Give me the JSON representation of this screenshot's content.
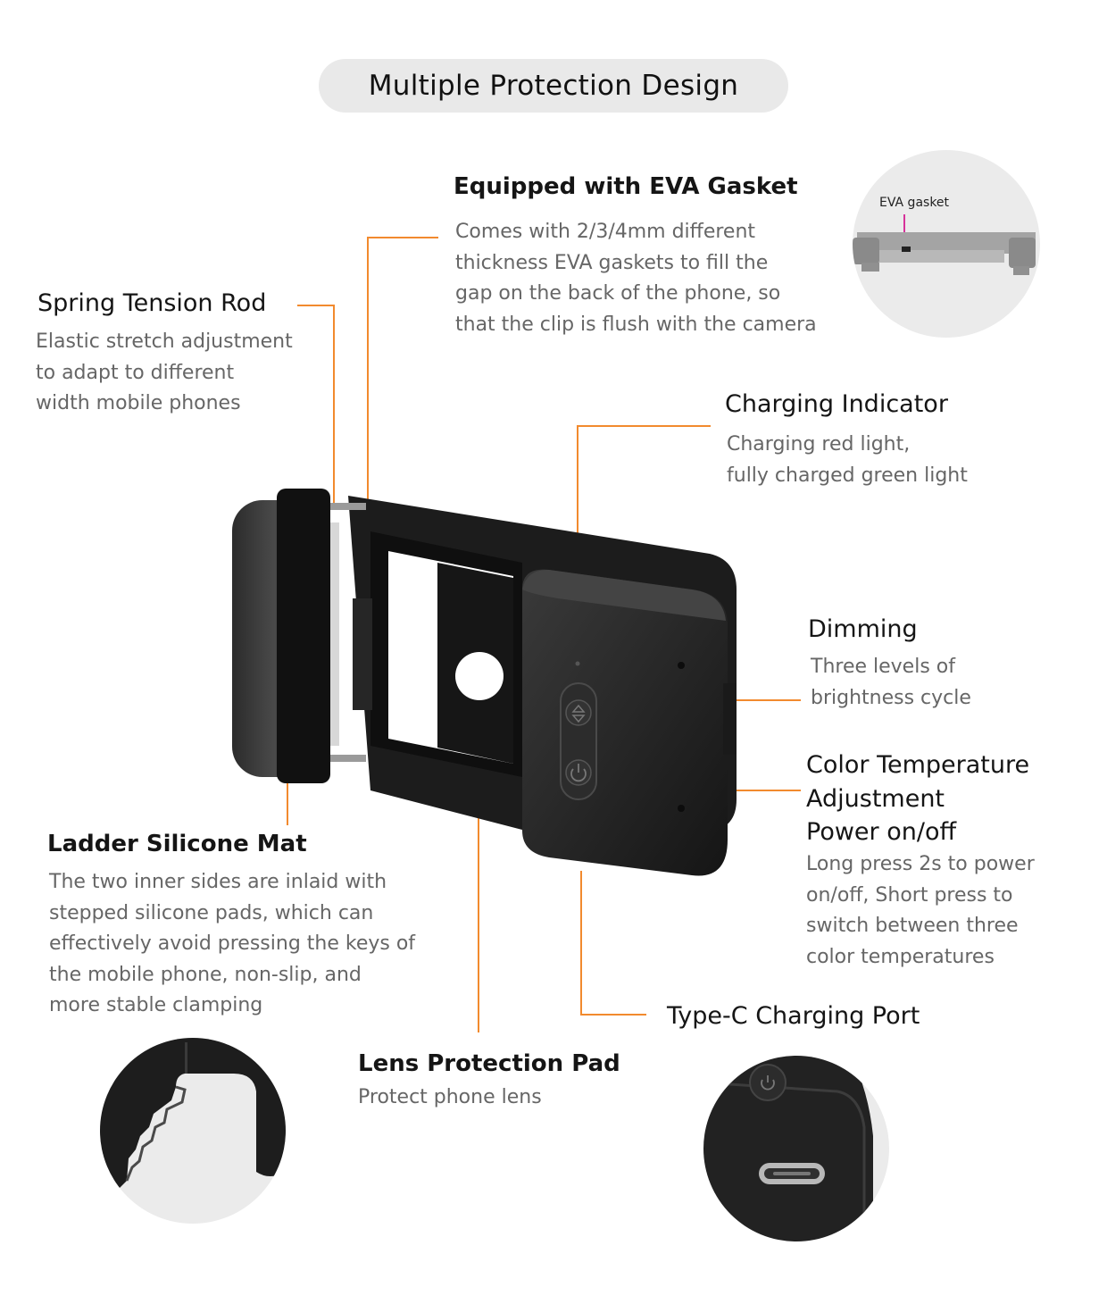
{
  "header": {
    "title": "Multiple Protection Design"
  },
  "eva": {
    "title": "Equipped with EVA Gasket",
    "lines": [
      "Comes with 2/3/4mm different",
      "thickness EVA gaskets to fill the",
      "gap on the back of the phone, so",
      "that the clip is flush with the camera"
    ],
    "inset_label": "EVA gasket"
  },
  "spring": {
    "title": "Spring Tension Rod",
    "lines": [
      "Elastic stretch adjustment",
      "to adapt to different",
      "width mobile phones"
    ]
  },
  "charging": {
    "title": "Charging Indicator",
    "lines": [
      "Charging red light,",
      "fully charged green light"
    ]
  },
  "dimming": {
    "title": "Dimming",
    "lines": [
      "Three levels of",
      "brightness cycle"
    ]
  },
  "color": {
    "title_lines": [
      "Color Temperature",
      "Adjustment",
      "Power on/off"
    ],
    "lines": [
      "Long press 2s to power",
      "on/off, Short press to",
      "switch between three",
      "color temperatures"
    ]
  },
  "ladder": {
    "title": "Ladder Silicone Mat",
    "lines": [
      "The two inner sides are inlaid with",
      "stepped silicone pads, which can",
      "effectively avoid pressing the keys of",
      "the mobile phone, non-slip, and",
      "more stable clamping"
    ]
  },
  "lens": {
    "title": "Lens Protection Pad",
    "lines": [
      "Protect phone lens"
    ]
  },
  "typec": {
    "title": "Type-C Charging Port"
  },
  "colors": {
    "accent_line": "#f28a2e",
    "pill_bg": "#e9e9e9",
    "inset_marker": "#d6339a",
    "body_text": "#666666"
  },
  "icons": [
    "power-icon",
    "brightness-icon",
    "usb-c-port-icon"
  ]
}
